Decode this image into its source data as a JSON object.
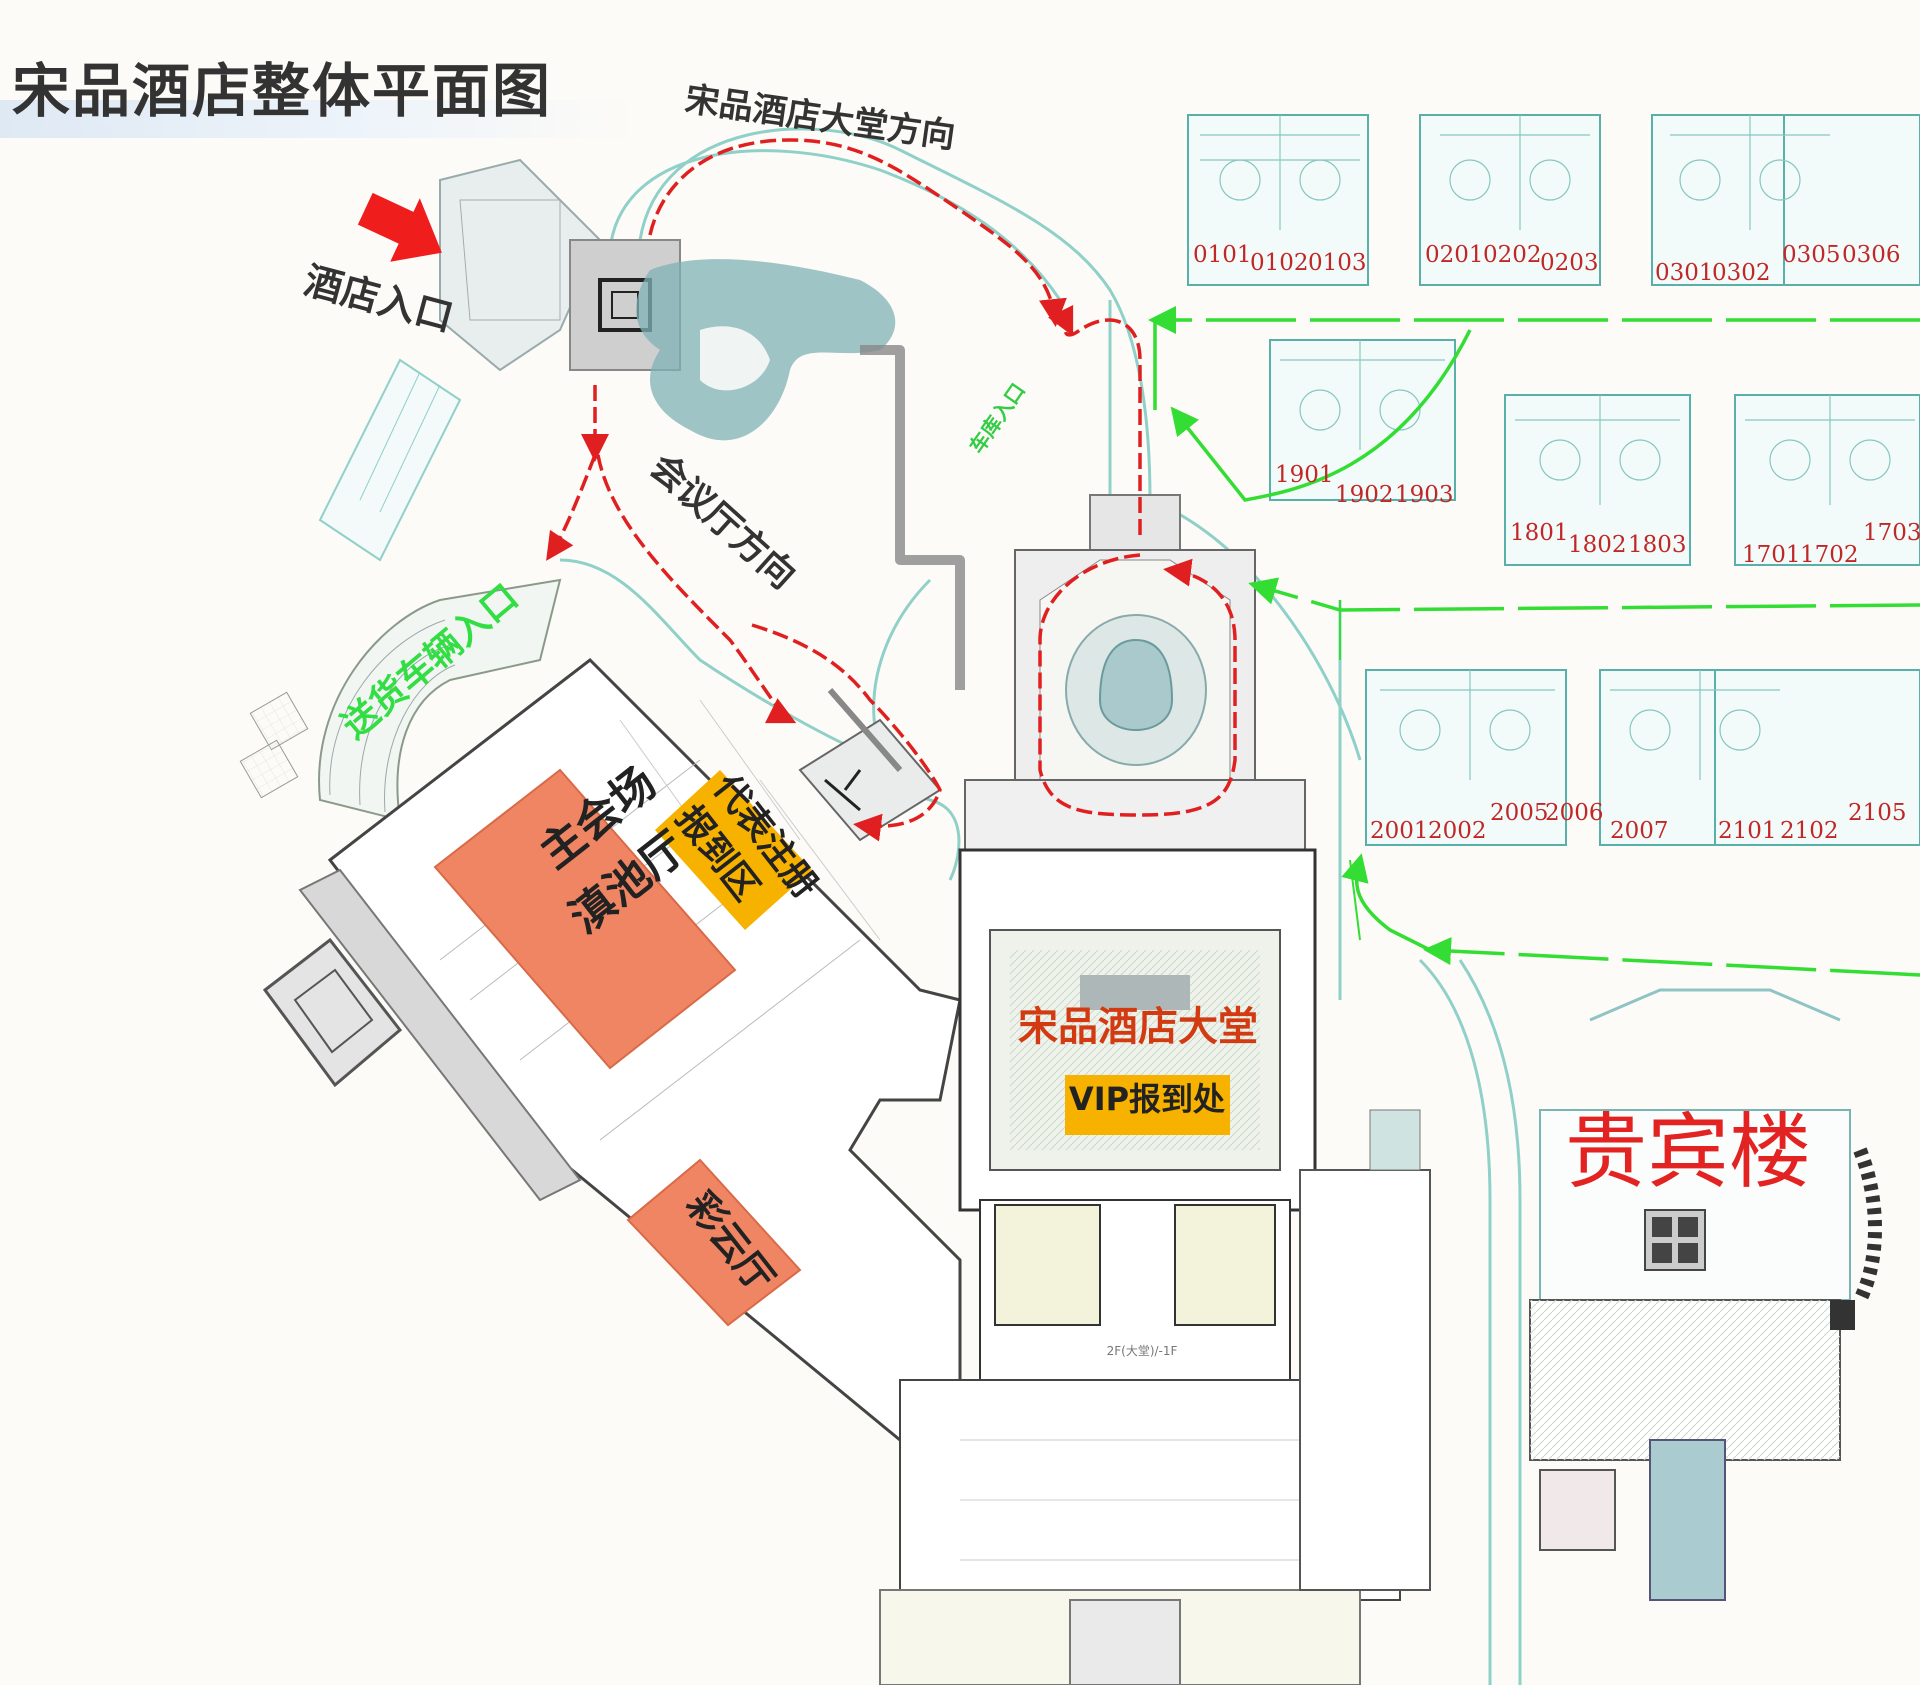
{
  "title": "宋品酒店整体平面图",
  "labels": {
    "lobby_direction": "宋品酒店大堂方向",
    "hotel_entrance": "酒店入口",
    "meeting_hall_direction": "会议厅方向",
    "garage_entrance": "车库入口",
    "shuttle_entrance": "送货车辆入口",
    "main_venue_line1": "主会场",
    "main_venue_line2": "滇池厅",
    "registration_line1": "代表注册",
    "registration_line2": "报到区",
    "lobby": "宋品酒店大堂",
    "vip": "VIP报到处",
    "caiyun": "彩云厅",
    "guest_building": "贵宾楼",
    "floor_note": "2F(大堂)/-1F"
  },
  "rooms": {
    "r01": "0101",
    "r02": "0102",
    "r03": "0103",
    "r04": "0201",
    "r05": "0202",
    "r06": "0203",
    "r07": "0301",
    "r08": "0302",
    "r09": "0305",
    "r10": "0306",
    "r11": "1901",
    "r12": "1902",
    "r13": "1903",
    "r14": "1801",
    "r15": "1802",
    "r16": "1803",
    "r17": "1701",
    "r18": "1702",
    "r19": "1703",
    "r20": "2001",
    "r21": "2002",
    "r22": "2005",
    "r23": "2006",
    "r24": "2007",
    "r25": "2101",
    "r26": "2102",
    "r27": "2105"
  },
  "colors": {
    "route_red": "#e02020",
    "route_green": "#33dd33",
    "venue_orange": "#ef8562",
    "highlight_yellow": "#f7b200",
    "room_red": "#c02828",
    "plan_teal": "#6fb9b3",
    "water": "#6fa6ad"
  }
}
